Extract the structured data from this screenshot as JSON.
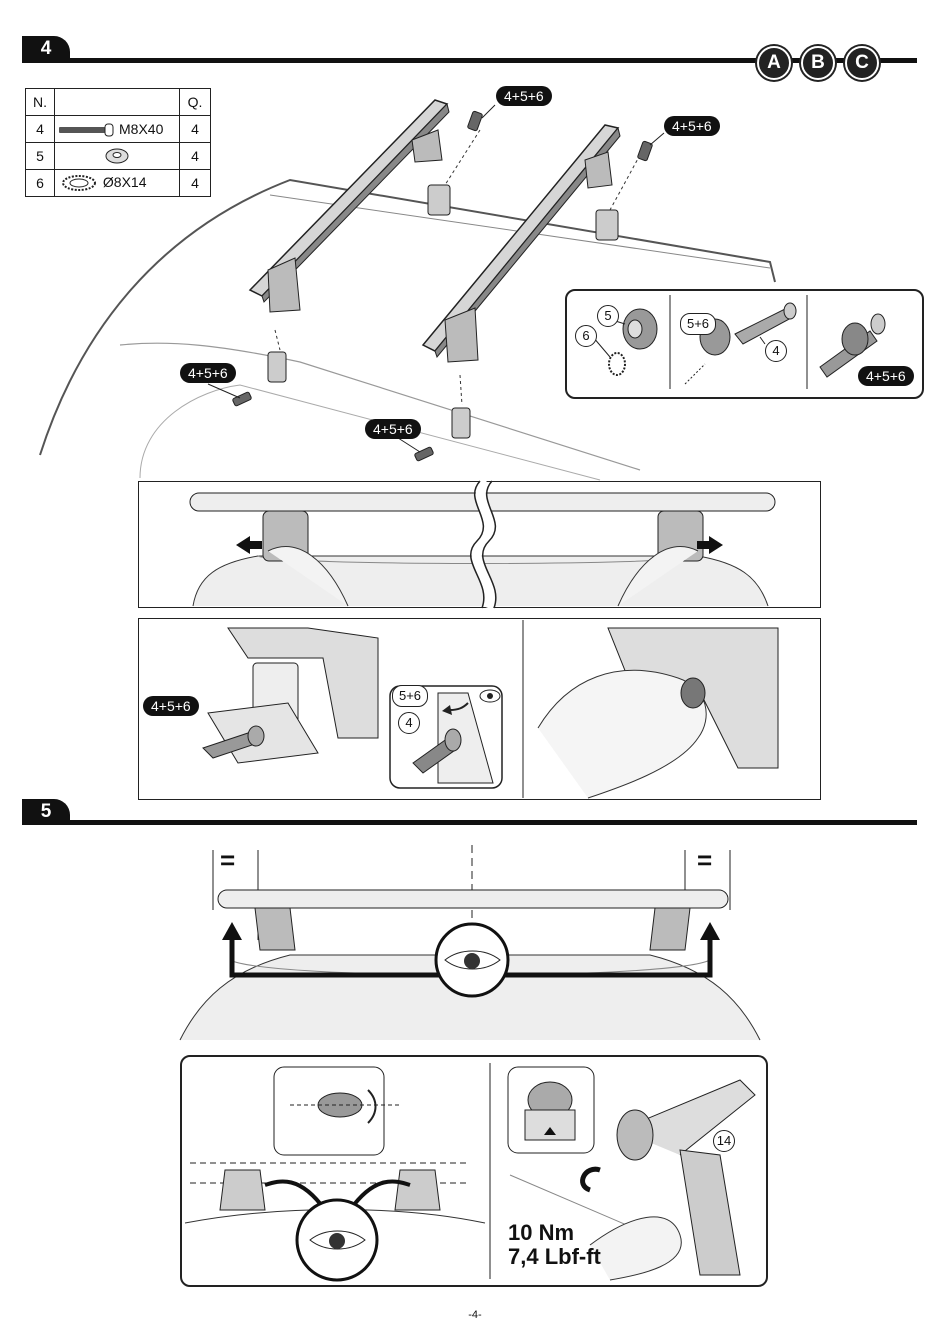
{
  "steps": {
    "step4": "4",
    "step5": "5"
  },
  "variants": [
    "A",
    "B",
    "C"
  ],
  "parts_table": {
    "headers": [
      "N.",
      "",
      "Q."
    ],
    "rows": [
      {
        "n": "4",
        "desc": "M8X40",
        "q": "4",
        "icon": "bolt-icon"
      },
      {
        "n": "5",
        "desc": "",
        "q": "4",
        "icon": "washer-icon"
      },
      {
        "n": "6",
        "desc": "Ø8X14",
        "q": "4",
        "icon": "serrated-washer-icon"
      }
    ]
  },
  "callouts": {
    "combo": "4+5+6",
    "combo56": "5+6",
    "n4": "4",
    "n5": "5",
    "n6": "6",
    "n14": "14"
  },
  "torque": {
    "nm": "10 Nm",
    "lbf": "7,4 Lbf-ft"
  },
  "equal_sign": "=",
  "page_number": "-4-"
}
